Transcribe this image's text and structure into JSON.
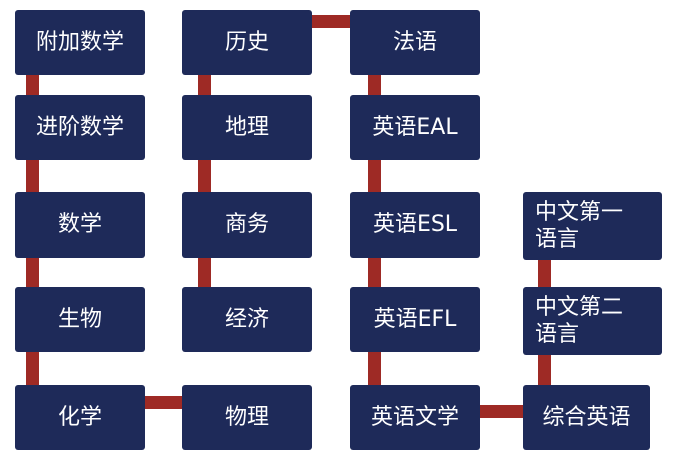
{
  "colors": {
    "box": "#1e2a59",
    "connector": "#9e2a25",
    "text": "#ffffff",
    "background": "#ffffff"
  },
  "boxes": [
    {
      "label": "附加数学"
    },
    {
      "label": "进阶数学"
    },
    {
      "label": "数学"
    },
    {
      "label": "生物"
    },
    {
      "label": "化学"
    },
    {
      "label": "历史"
    },
    {
      "label": "地理"
    },
    {
      "label": "商务"
    },
    {
      "label": "经济"
    },
    {
      "label": "物理"
    },
    {
      "label": "法语"
    },
    {
      "label": "英语EAL"
    },
    {
      "label": "英语ESL"
    },
    {
      "label": "英语EFL"
    },
    {
      "label": "英语文学"
    },
    {
      "label": "中文第一\n语言"
    },
    {
      "label": "中文第二\n语言"
    },
    {
      "label": "综合英语"
    }
  ],
  "connections": [
    {
      "from": "附加数学",
      "to": "进阶数学"
    },
    {
      "from": "进阶数学",
      "to": "数学"
    },
    {
      "from": "数学",
      "to": "生物"
    },
    {
      "from": "生物",
      "to": "化学"
    },
    {
      "from": "化学",
      "to": "物理"
    },
    {
      "from": "历史",
      "to": "地理"
    },
    {
      "from": "地理",
      "to": "商务"
    },
    {
      "from": "商务",
      "to": "经济"
    },
    {
      "from": "历史",
      "to": "法语"
    },
    {
      "from": "法语",
      "to": "英语EAL"
    },
    {
      "from": "英语EAL",
      "to": "英语ESL"
    },
    {
      "from": "英语ESL",
      "to": "英语EFL"
    },
    {
      "from": "英语EFL",
      "to": "英语文学"
    },
    {
      "from": "英语文学",
      "to": "综合英语"
    },
    {
      "from": "中文第一语言",
      "to": "中文第二语言"
    },
    {
      "from": "中文第二语言",
      "to": "综合英语"
    }
  ]
}
